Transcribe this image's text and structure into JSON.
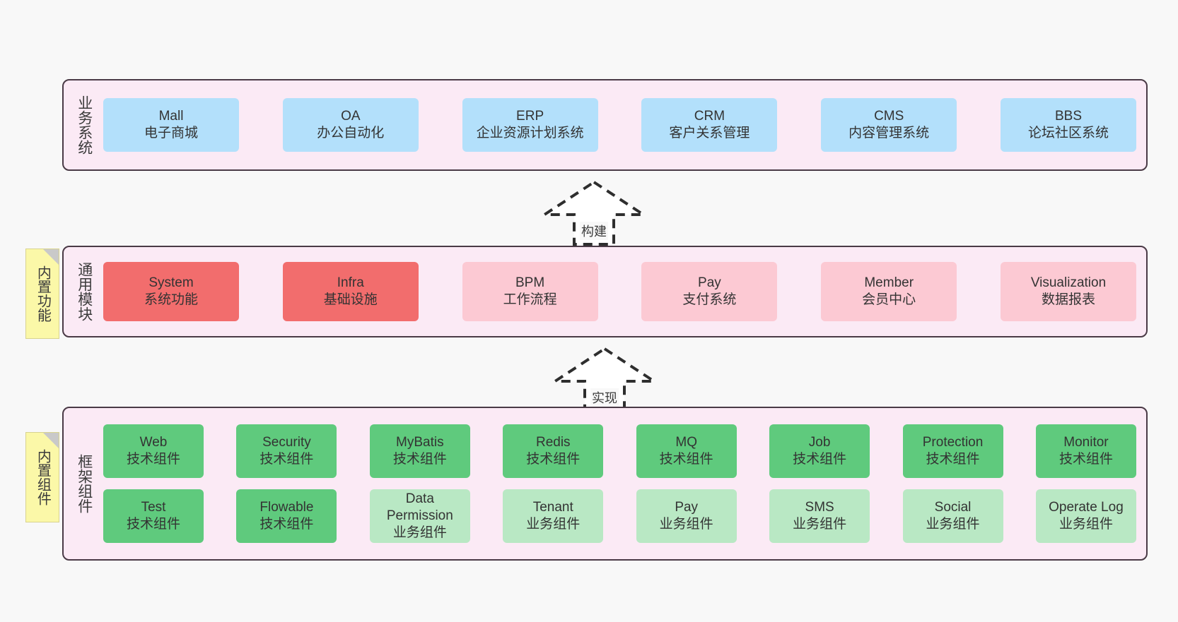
{
  "diagram": {
    "background": "#f8f8f8",
    "panel_fill": "#fbeaf5",
    "panel_border": "#4a3a46"
  },
  "layers": [
    {
      "id": "business",
      "label": "业务系统",
      "accent": "#b3e0fb",
      "nodes": [
        {
          "name": "Mall",
          "sub": "电子商城"
        },
        {
          "name": "OA",
          "sub": "办公自动化"
        },
        {
          "name": "ERP",
          "sub": "企业资源计划系统"
        },
        {
          "name": "CRM",
          "sub": "客户关系管理"
        },
        {
          "name": "CMS",
          "sub": "内容管理系统"
        },
        {
          "name": "BBS",
          "sub": "论坛社区系统"
        }
      ]
    },
    {
      "id": "modules",
      "label": "通用模块",
      "accent_strong": "#f26d6d",
      "accent_soft": "#fcc9d3",
      "nodes": [
        {
          "name": "System",
          "sub": "系统功能",
          "tone": "strong"
        },
        {
          "name": "Infra",
          "sub": "基础设施",
          "tone": "strong"
        },
        {
          "name": "BPM",
          "sub": "工作流程",
          "tone": "soft"
        },
        {
          "name": "Pay",
          "sub": "支付系统",
          "tone": "soft"
        },
        {
          "name": "Member",
          "sub": "会员中心",
          "tone": "soft"
        },
        {
          "name": "Visualization",
          "sub": "数据报表",
          "tone": "soft"
        }
      ]
    },
    {
      "id": "framework",
      "label": "框架组件",
      "accent_tech": "#5fca7d",
      "accent_biz": "#b9e8c4",
      "rows": [
        {
          "id": "tech",
          "tone": "green",
          "nodes": [
            {
              "name": "Web",
              "sub": "技术组件"
            },
            {
              "name": "Security",
              "sub": "技术组件"
            },
            {
              "name": "MyBatis",
              "sub": "技术组件"
            },
            {
              "name": "Redis",
              "sub": "技术组件"
            },
            {
              "name": "MQ",
              "sub": "技术组件"
            },
            {
              "name": "Job",
              "sub": "技术组件"
            },
            {
              "name": "Protection",
              "sub": "技术组件"
            },
            {
              "name": "Monitor",
              "sub": "技术组件"
            }
          ]
        },
        {
          "id": "biz",
          "tone": "green-soft",
          "nodes": [
            {
              "name": "Test",
              "sub": "技术组件"
            },
            {
              "name": "Flowable",
              "sub": "技术组件"
            },
            {
              "name": "Data Permission",
              "sub": "业务组件"
            },
            {
              "name": "Tenant",
              "sub": "业务组件"
            },
            {
              "name": "Pay",
              "sub": "业务组件"
            },
            {
              "name": "SMS",
              "sub": "业务组件"
            },
            {
              "name": "Social",
              "sub": "业务组件"
            },
            {
              "name": "Operate Log",
              "sub": "业务组件"
            }
          ]
        }
      ],
      "row_overrides": [
        {
          "row": 1,
          "index": 0,
          "tone": "green"
        },
        {
          "row": 1,
          "index": 1,
          "tone": "green"
        }
      ]
    }
  ],
  "notes": [
    {
      "id": "builtin-features",
      "text": "内置功能",
      "color": "#fbf8a8"
    },
    {
      "id": "builtin-components",
      "text": "内置组件",
      "color": "#fbf8a8"
    }
  ],
  "connectors": [
    {
      "id": "build",
      "label": "构建",
      "style": "dashed-generalization",
      "direction": "up"
    },
    {
      "id": "implement",
      "label": "实现",
      "style": "dashed-generalization",
      "direction": "up"
    }
  ]
}
